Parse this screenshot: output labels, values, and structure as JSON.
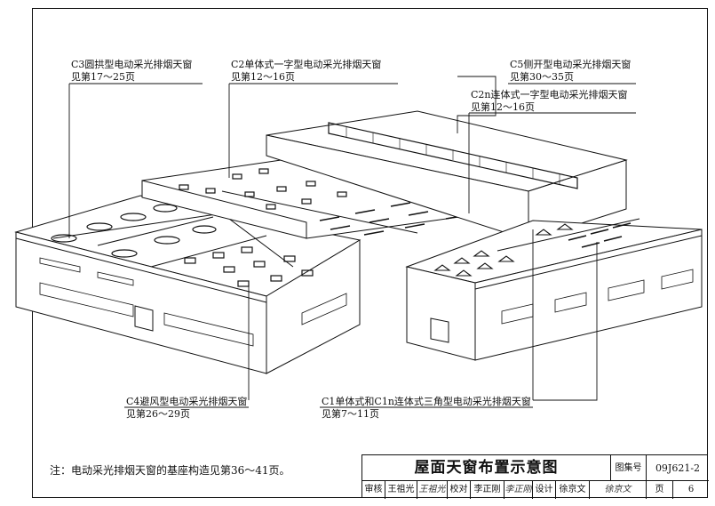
{
  "callouts": {
    "c3": {
      "title": "C3圆拱型电动采光排烟天窗",
      "pages": "见第17～25页"
    },
    "c2": {
      "title": "C2单体式一字型电动采光排烟天窗",
      "pages": "见第12～16页"
    },
    "c5": {
      "title": "C5侧开型电动采光排烟天窗",
      "pages": "见第30～35页"
    },
    "c2n": {
      "title": "C2n连体式一字型电动采光排烟天窗",
      "pages": "见第12～16页"
    },
    "c4": {
      "title": "C4避风型电动采光排烟天窗",
      "pages": "见第26～29页"
    },
    "c1": {
      "title": "C1单体式和C1n连体式三角型电动采光排烟天窗",
      "pages": "见第7～11页"
    }
  },
  "note": "注：电动采光排烟天窗的基座构造见第36～41页。",
  "title_block": {
    "title": "屋面天窗布置示意图",
    "atlas_label": "图集号",
    "atlas_no": "09J621-2",
    "review_label": "审核",
    "reviewer": "王祖光",
    "review_sig": "王祖光",
    "check_label": "校对",
    "checker": "李正刚",
    "check_sig": "李正刚",
    "design_label": "设计",
    "designer": "徐京文",
    "design_sig": "徐京文",
    "page_label": "页",
    "page_no": "6"
  }
}
